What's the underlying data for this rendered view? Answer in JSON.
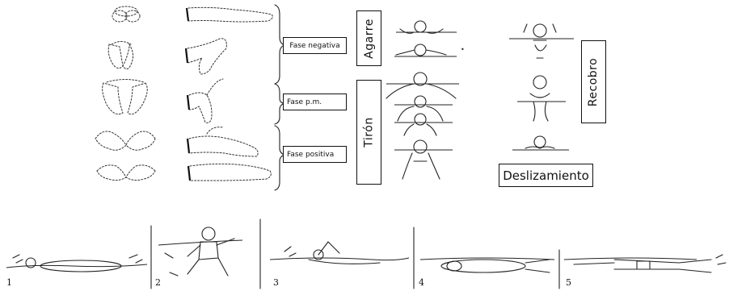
{
  "upper": {
    "phase_labels": [
      "Fase negativa",
      "Fase p.m.",
      "Fase positiva"
    ],
    "stage_labels": {
      "agarre": "Agarre",
      "tiron": "Tirón",
      "recobro": "Recobro",
      "deslizamiento": "Deslizamiento"
    }
  },
  "lower": {
    "step_numbers": [
      "1",
      "2",
      "3",
      "4",
      "5"
    ]
  }
}
